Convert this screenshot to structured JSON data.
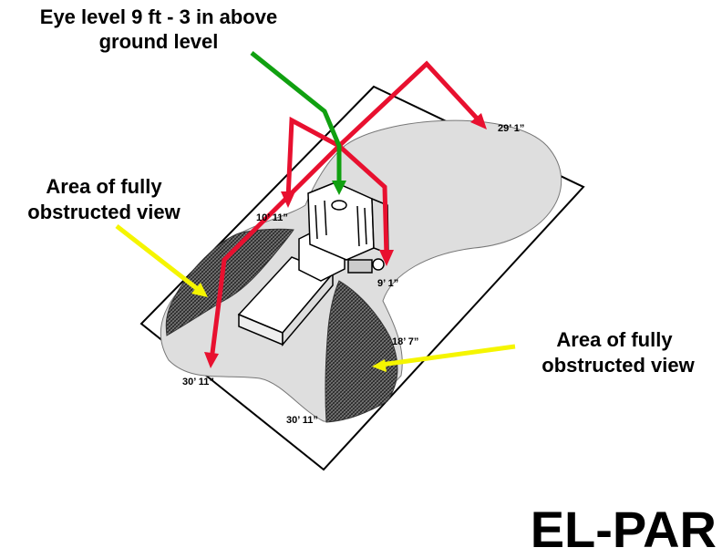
{
  "callouts": {
    "eye_level_line1": "Eye level 9 ft - 3 in above",
    "eye_level_line2": "ground level",
    "left_area_line1": "Area of fully",
    "left_area_line2": "obstructed view",
    "right_area_line1": "Area of fully",
    "right_area_line2": "obstructed view"
  },
  "dimensions": {
    "far_right": "29’ 1”",
    "left_upper": "10’ 11”",
    "right_near": "9’ 1”",
    "right_mid": "18’ 7”",
    "left_lower": "30’ 11”",
    "bottom": "30’ 11”"
  },
  "brand": "EL-PAR",
  "colors": {
    "sight_line": "#e8102f",
    "eye_line": "#10a010",
    "pointer": "#f5f500",
    "visible_area": "#e0e0e0",
    "obstructed_area": "#505050"
  }
}
